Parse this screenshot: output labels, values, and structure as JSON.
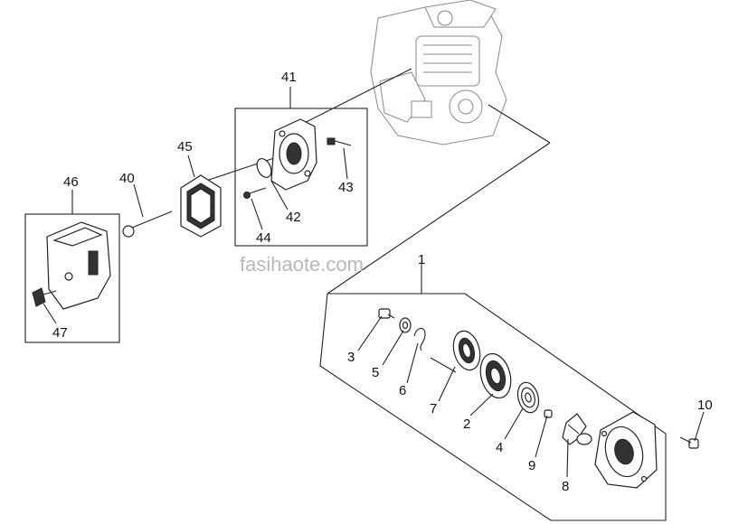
{
  "watermark": "fasihaote.com",
  "callouts": {
    "c1": "1",
    "c3": "3",
    "c5": "5",
    "c6": "6",
    "c7": "7",
    "c2": "2",
    "c4": "4",
    "c9": "9",
    "c8": "8",
    "c10": "10",
    "c40": "40",
    "c41": "41",
    "c42": "42",
    "c43": "43",
    "c44": "44",
    "c45": "45",
    "c46": "46",
    "c47": "47"
  },
  "colors": {
    "line": "#222222",
    "watermark": "#b9b9b9",
    "engine_outline": "#8a8a8a"
  }
}
